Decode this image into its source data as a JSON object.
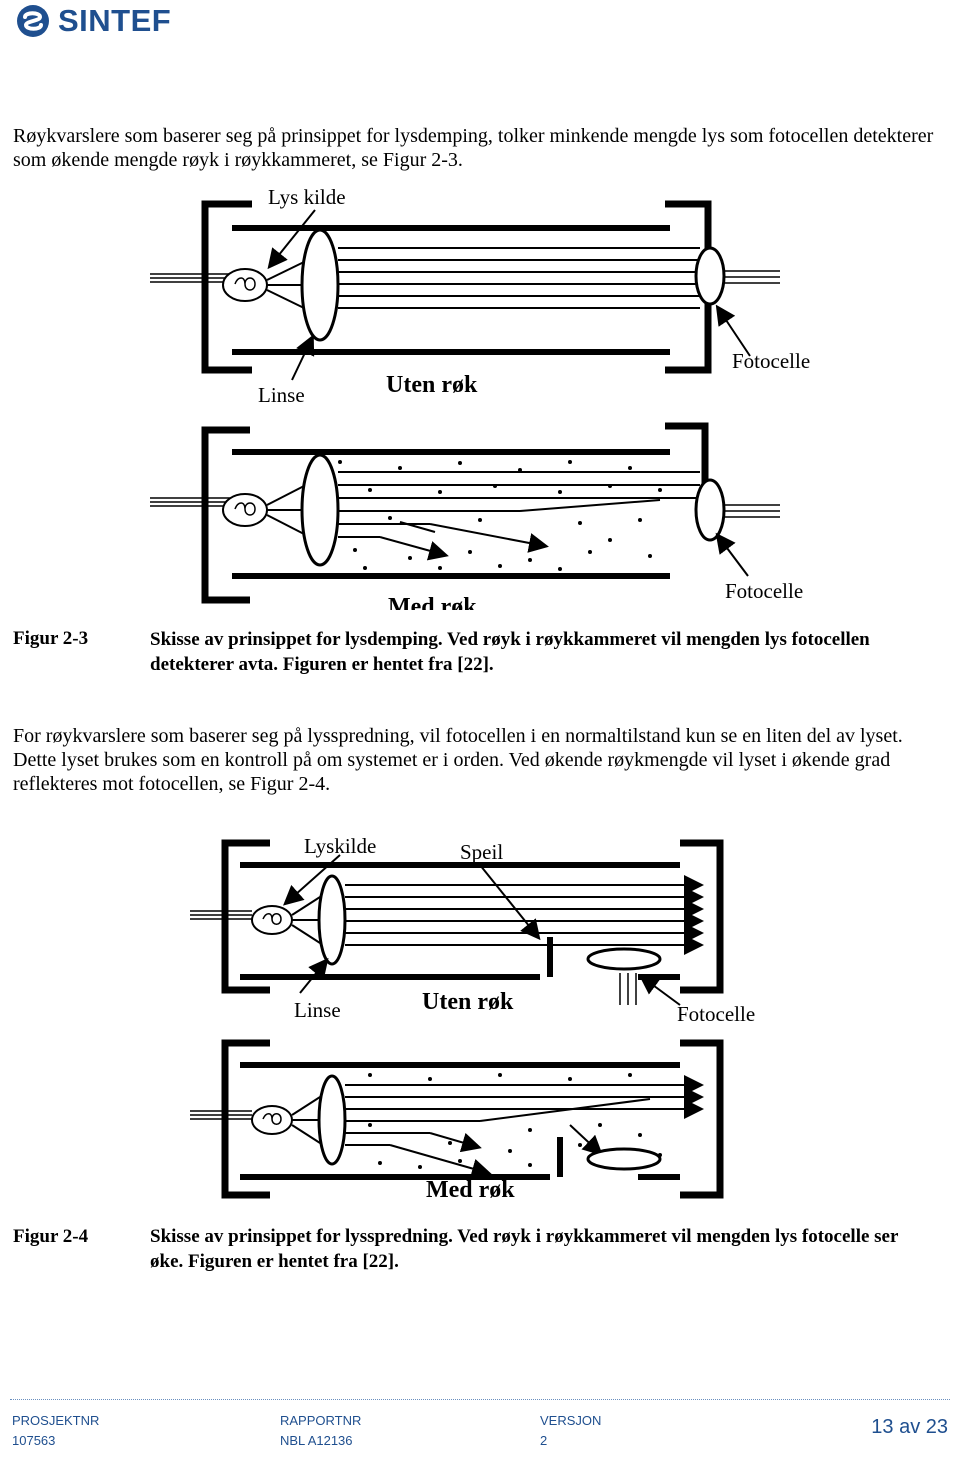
{
  "header": {
    "logo_text": "SINTEF"
  },
  "paragraph1": "Røykvarslere som baserer seg på prinsippet for lysdemping, tolker minkende mengde lys som fotocellen detekterer som økende mengde røyk i røykkammeret, se Figur 2-3.",
  "figure1": {
    "label_light_source": "Lys kilde",
    "label_lens": "Linse",
    "label_photocell_top": "Fotocelle",
    "label_no_smoke": "Uten røk",
    "label_photocell_bottom": "Fotocelle",
    "label_with_smoke": "Med røk"
  },
  "caption1": {
    "label": "Figur 2-3",
    "text": "Skisse av prinsippet for lysdemping. Ved røyk i røykkammeret vil mengden lys fotocellen detekterer avta. Figuren er hentet fra [22]."
  },
  "paragraph2": "For røykvarslere som baserer seg på lysspredning, vil fotocellen i en normaltilstand kun se en liten del av lyset. Dette lyset brukes som en kontroll på om systemet er i orden. Ved økende røykmengde vil lyset i økende grad reflekteres mot fotocellen, se Figur 2-4.",
  "figure2": {
    "label_light_source": "Lyskilde",
    "label_mirror": "Speil",
    "label_lens": "Linse",
    "label_no_smoke": "Uten røk",
    "label_photocell": "Fotocelle",
    "label_with_smoke": "Med røk"
  },
  "caption2": {
    "label": "Figur 2-4",
    "text": "Skisse av prinsippet for lysspredning. Ved røyk i røykkammeret vil mengden lys fotocelle ser øke. Figuren er hentet fra [22]."
  },
  "footer": {
    "project_label": "PROSJEKTNR",
    "project_value": "107563",
    "report_label": "RAPPORTNR",
    "report_value": "NBL A12136",
    "version_label": "VERSJON",
    "version_value": "2",
    "page": "13 av 23"
  },
  "colors": {
    "brand": "#1f4f8f"
  }
}
